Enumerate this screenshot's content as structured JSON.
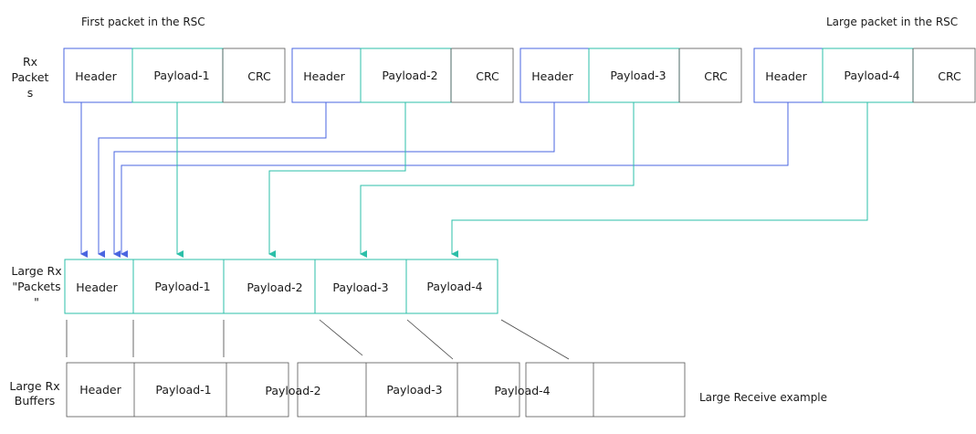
{
  "captions": {
    "first_packet": "First packet in the RSC",
    "large_packet": "Large packet in the RSC",
    "example": "Large Receive example"
  },
  "row_labels": {
    "rx_packets": [
      "Rx",
      "Packet",
      "s"
    ],
    "large_rx_packets": [
      "Large Rx",
      "\"Packets",
      "\""
    ],
    "large_rx_buffers": [
      "Large Rx",
      "Buffers"
    ]
  },
  "rx_packets": [
    {
      "header": "Header",
      "payload": "Payload-1",
      "crc": "CRC"
    },
    {
      "header": "Header",
      "payload": "Payload-2",
      "crc": "CRC"
    },
    {
      "header": "Header",
      "payload": "Payload-3",
      "crc": "CRC"
    },
    {
      "header": "Header",
      "payload": "Payload-4",
      "crc": "CRC"
    }
  ],
  "large_packet_cells": [
    "Header",
    "Payload-1",
    "Payload-2",
    "Payload-3",
    "Payload-4"
  ],
  "buffer_labels": {
    "header": "Header",
    "payload1": "Payload-1",
    "payload2": "Payload-2",
    "payload3": "Payload-3",
    "payload4": "Payload-4"
  },
  "colors": {
    "header_link": "#4a66e0",
    "payload_link": "#2bbfa8",
    "outline": "#555555"
  }
}
